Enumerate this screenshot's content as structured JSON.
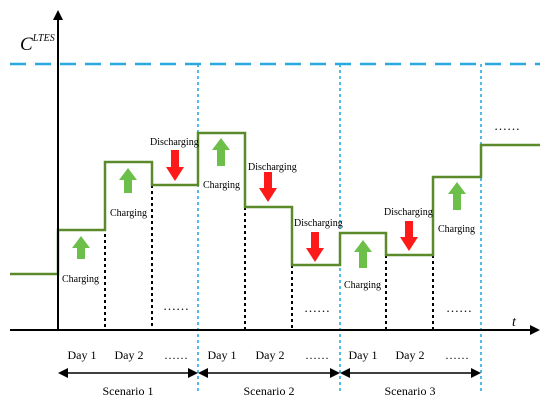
{
  "diagram": {
    "capacity_label": "C",
    "capacity_superscript": "LTES",
    "time_axis_label": "t",
    "day_labels": [
      "Day 1",
      "Day 2",
      "……",
      "Day 1",
      "Day 2",
      "……",
      "Day 1",
      "Day 2",
      "……"
    ],
    "scenario_labels": [
      "Scenario 1",
      "Scenario 2",
      "Scenario 3"
    ],
    "action_labels": [
      "Charging",
      "Charging",
      "Discharging",
      "Charging",
      "Discharging",
      "Discharging",
      "Charging",
      "Discharging",
      "Charging"
    ],
    "inner_ellipses": [
      "……",
      "……",
      "……",
      "……"
    ],
    "colors": {
      "storage_line": "#5a8a2a",
      "charging_arrow": "#6cc04a",
      "discharging_arrow": "#ff1a1a",
      "scenario_divider": "#29a9e0",
      "capacity_line": "#29a9e0",
      "axes": "#000000"
    }
  }
}
